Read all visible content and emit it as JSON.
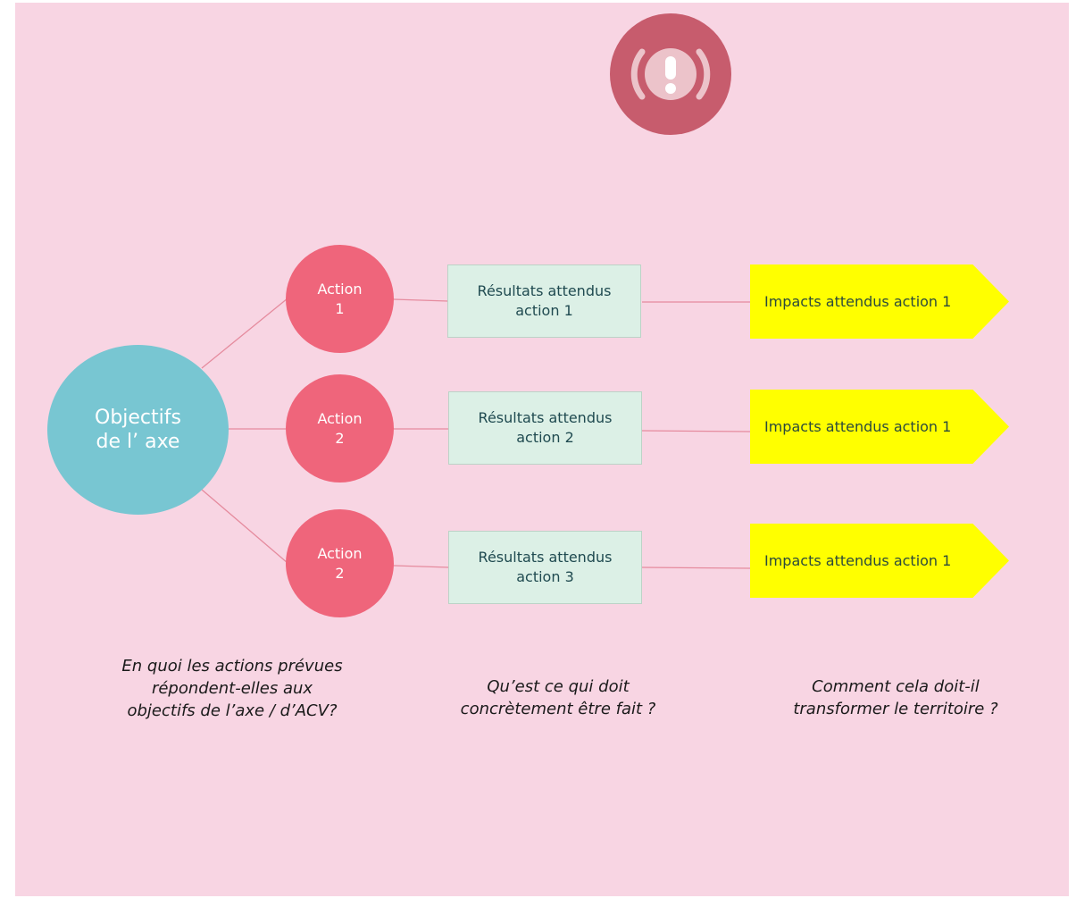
{
  "colors": {
    "background": "#f8d5e3",
    "alert_circle": "#c75c6d",
    "objective_circle": "#78c6d2",
    "action_circle": "#ef657b",
    "result_box": "#dcf0e6",
    "impact_arrow": "#ffff00",
    "connector": "#e58b9e"
  },
  "alert_icon": "exclamation-alert-icon",
  "objective": {
    "label": "Objectifs\nde l’ axe"
  },
  "rows": [
    {
      "action": "Action\n1",
      "result": "Résultats attendus\naction 1",
      "impact": "Impacts attendus action 1"
    },
    {
      "action": "Action\n2",
      "result": "Résultats attendus\naction 2",
      "impact": "Impacts attendus action 1"
    },
    {
      "action": "Action\n2",
      "result": "Résultats attendus\naction 3",
      "impact": "Impacts attendus action 1"
    }
  ],
  "questions": {
    "actions": "En quoi les actions prévues\nrépondent-elles aux\nobjectifs de l’axe / d’ACV?",
    "results": "Qu’est ce qui doit\nconcrètement être fait ?",
    "impacts": "Comment cela doit-il\ntransformer le territoire ?"
  }
}
